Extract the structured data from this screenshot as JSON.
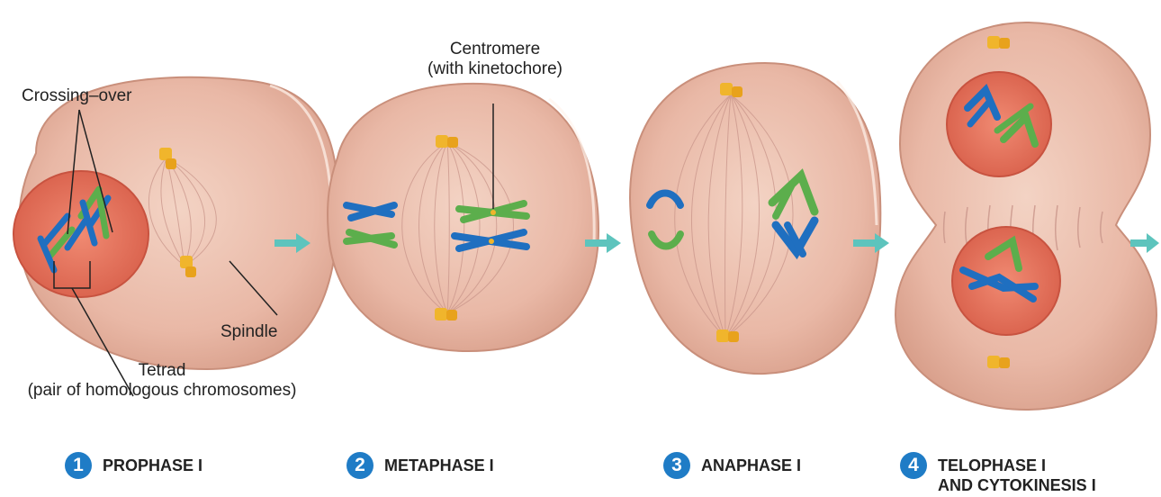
{
  "labels": {
    "crossing_over": "Crossing–over",
    "centromere_line1": "Centromere",
    "centromere_line2": "(with kinetochore)",
    "spindle": "Spindle",
    "tetrad_line1": "Tetrad",
    "tetrad_line2": "(pair of homologous chromosomes)"
  },
  "stages": [
    {
      "number": "1",
      "name": "PROPHASE I"
    },
    {
      "number": "2",
      "name": "METAPHASE I"
    },
    {
      "number": "3",
      "name": "ANAPHASE I"
    },
    {
      "number": "4",
      "name": "TELOPHASE I",
      "name_line2": "AND CYTOKINESIS I"
    }
  ],
  "colors": {
    "cell": "#e9b8a6",
    "cell_edge": "#d39c88",
    "nucleus": "#e0705a",
    "chromosome_blue": "#1f6fc0",
    "chromosome_green": "#5cae4c",
    "centrosome": "#f0b52c",
    "arrow": "#5dc4bd",
    "badge": "#1f7cc6"
  }
}
